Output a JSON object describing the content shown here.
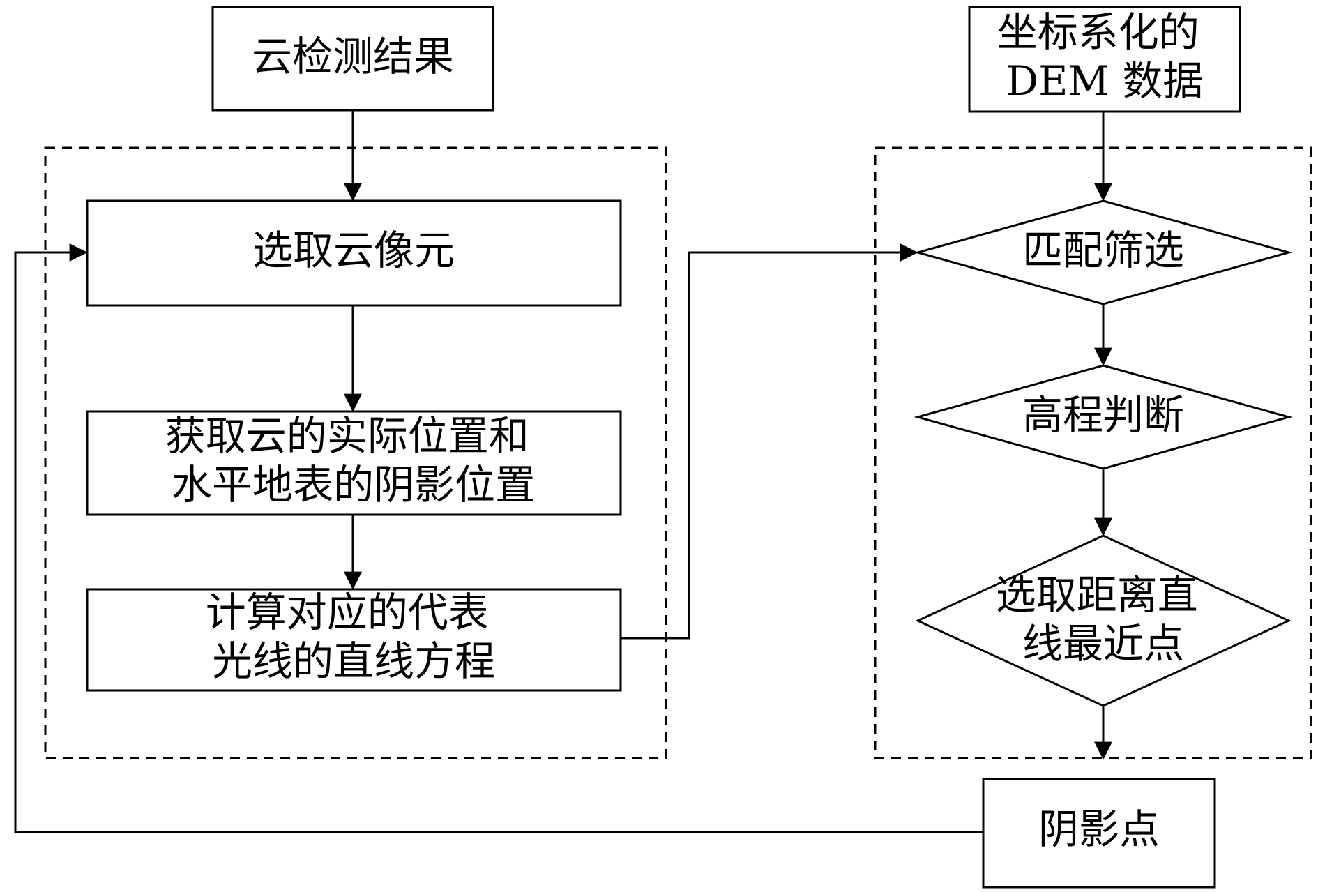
{
  "nodes": {
    "cloud_detection": {
      "lines": [
        "云检测结果"
      ]
    },
    "dem_data": {
      "lines": [
        "坐标系化的",
        "DEM 数据"
      ]
    },
    "select_cloud_pixel": {
      "lines": [
        "选取云像元"
      ]
    },
    "get_positions": {
      "lines": [
        "获取云的实际位置和",
        "水平地表的阴影位置"
      ]
    },
    "compute_line": {
      "lines": [
        "计算对应的代表",
        "光线的直线方程"
      ]
    },
    "match_filter": {
      "lines": [
        "匹配筛选"
      ]
    },
    "elevation_check": {
      "lines": [
        "高程判断"
      ]
    },
    "nearest_point": {
      "lines": [
        "选取距离直",
        "线最近点"
      ]
    },
    "shadow_point": {
      "lines": [
        "阴影点"
      ]
    }
  },
  "colors": {
    "stroke": "#000000",
    "background": "#ffffff"
  }
}
